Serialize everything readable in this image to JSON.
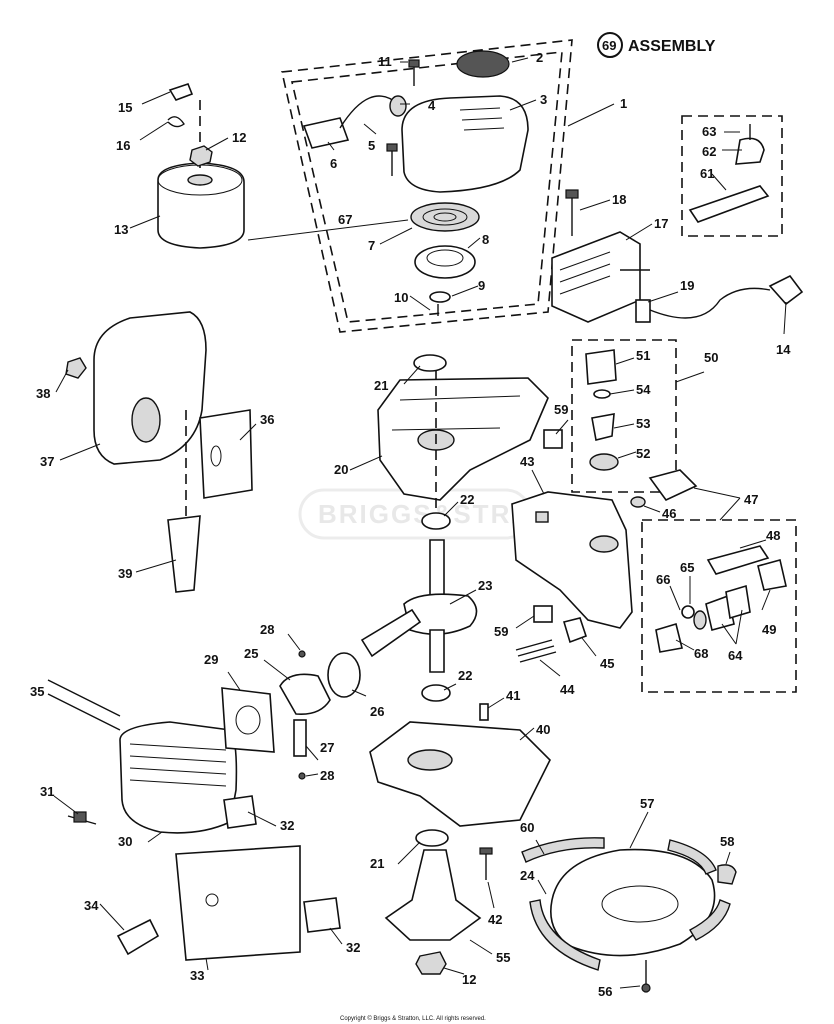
{
  "header": {
    "badge_number": "69",
    "title": "ASSEMBLY"
  },
  "watermark": "BRIGGS&STRATTON",
  "copyright": "Copyright © Briggs & Stratton, LLC. All rights reserved.",
  "callouts": {
    "c1": "1",
    "c2": "2",
    "c3": "3",
    "c4": "4",
    "c5": "5",
    "c6": "6",
    "c7": "7",
    "c8": "8",
    "c9": "9",
    "c10": "10",
    "c11": "11",
    "c12a": "12",
    "c12b": "12",
    "c13": "13",
    "c14": "14",
    "c15": "15",
    "c16": "16",
    "c17": "17",
    "c18": "18",
    "c19": "19",
    "c20": "20",
    "c21a": "21",
    "c21b": "21",
    "c22a": "22",
    "c22b": "22",
    "c23": "23",
    "c24": "24",
    "c25": "25",
    "c26": "26",
    "c27": "27",
    "c28a": "28",
    "c28b": "28",
    "c29": "29",
    "c30": "30",
    "c31": "31",
    "c32a": "32",
    "c32b": "32",
    "c33": "33",
    "c34": "34",
    "c35": "35",
    "c36": "36",
    "c37": "37",
    "c38": "38",
    "c39": "39",
    "c40": "40",
    "c41": "41",
    "c42": "42",
    "c43": "43",
    "c44": "44",
    "c45": "45",
    "c46": "46",
    "c47": "47",
    "c48": "48",
    "c49": "49",
    "c50": "50",
    "c51": "51",
    "c52": "52",
    "c53": "53",
    "c54": "54",
    "c55": "55",
    "c56": "56",
    "c57": "57",
    "c58": "58",
    "c59a": "59",
    "c59b": "59",
    "c60": "60",
    "c61": "61",
    "c62": "62",
    "c63": "63",
    "c64": "64",
    "c65": "65",
    "c66": "66",
    "c67": "67",
    "c68": "68"
  }
}
